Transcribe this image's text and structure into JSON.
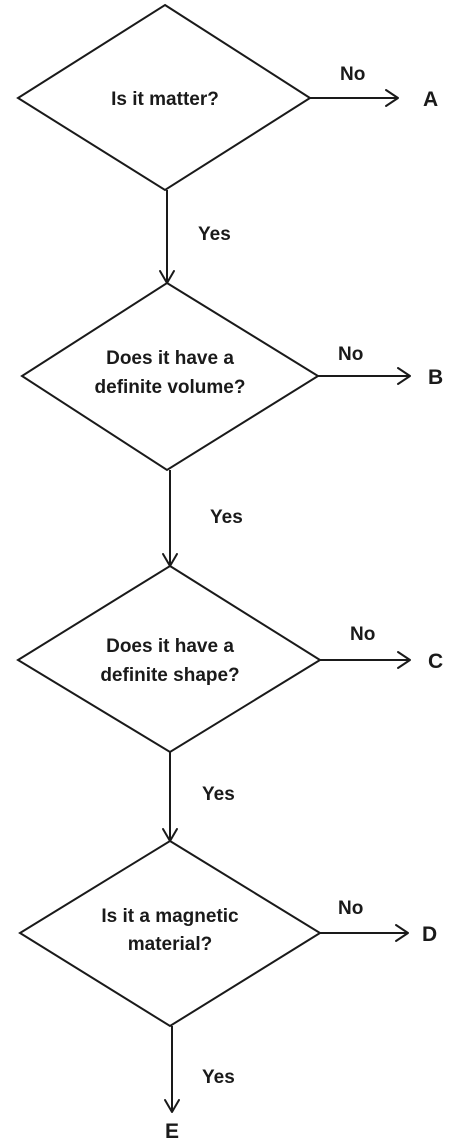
{
  "decisions": [
    {
      "lines": [
        "Is it matter?"
      ],
      "no_label": "No",
      "outcome": "A"
    },
    {
      "lines": [
        "Does it have a",
        "definite volume?"
      ],
      "no_label": "No",
      "outcome": "B"
    },
    {
      "lines": [
        "Does it have a",
        "definite shape?"
      ],
      "no_label": "No",
      "outcome": "C"
    },
    {
      "lines": [
        "Is it a magnetic",
        "material?"
      ],
      "no_label": "No",
      "outcome": "D"
    }
  ],
  "yes_labels": [
    "Yes",
    "Yes",
    "Yes",
    "Yes"
  ],
  "final_outcome": "E",
  "colors": {
    "stroke": "#1a1a1a",
    "background": "#ffffff"
  }
}
